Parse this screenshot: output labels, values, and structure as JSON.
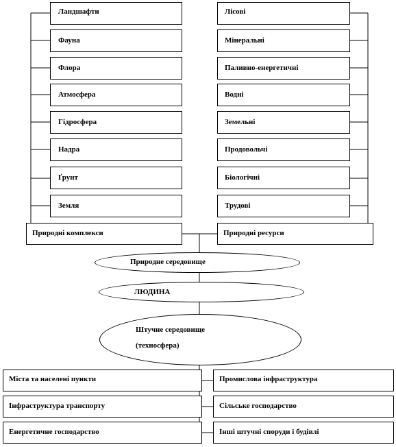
{
  "left_column": [
    "Ландшафти",
    "Фауна",
    "Флора",
    "Атмосфера",
    "Гідросфера",
    "Надра",
    "Ґрунт",
    "Земля"
  ],
  "right_column": [
    "Лісові",
    "Мінеральні",
    "Паливно-енергетичні",
    "Водні",
    "Земельні",
    "Продовольчі",
    "Біологічні",
    "Трудові"
  ],
  "left_group": "Природні комплекси",
  "right_group": "Природні ресурси",
  "ellipse_nature": "Природне  середовище",
  "ellipse_human": "ЛЮДИНА",
  "ellipse_artificial_line1": "Штучне  середовище",
  "ellipse_artificial_line2": "(техносфера)",
  "bottom_left": [
    "Міста та населені пункти",
    "Інфраструктура транспорту",
    "Енергетичне  господарство"
  ],
  "bottom_right": [
    "Промислова інфраструктура",
    "Сільське  господарство",
    "Інші штучні споруди і будівлі"
  ]
}
